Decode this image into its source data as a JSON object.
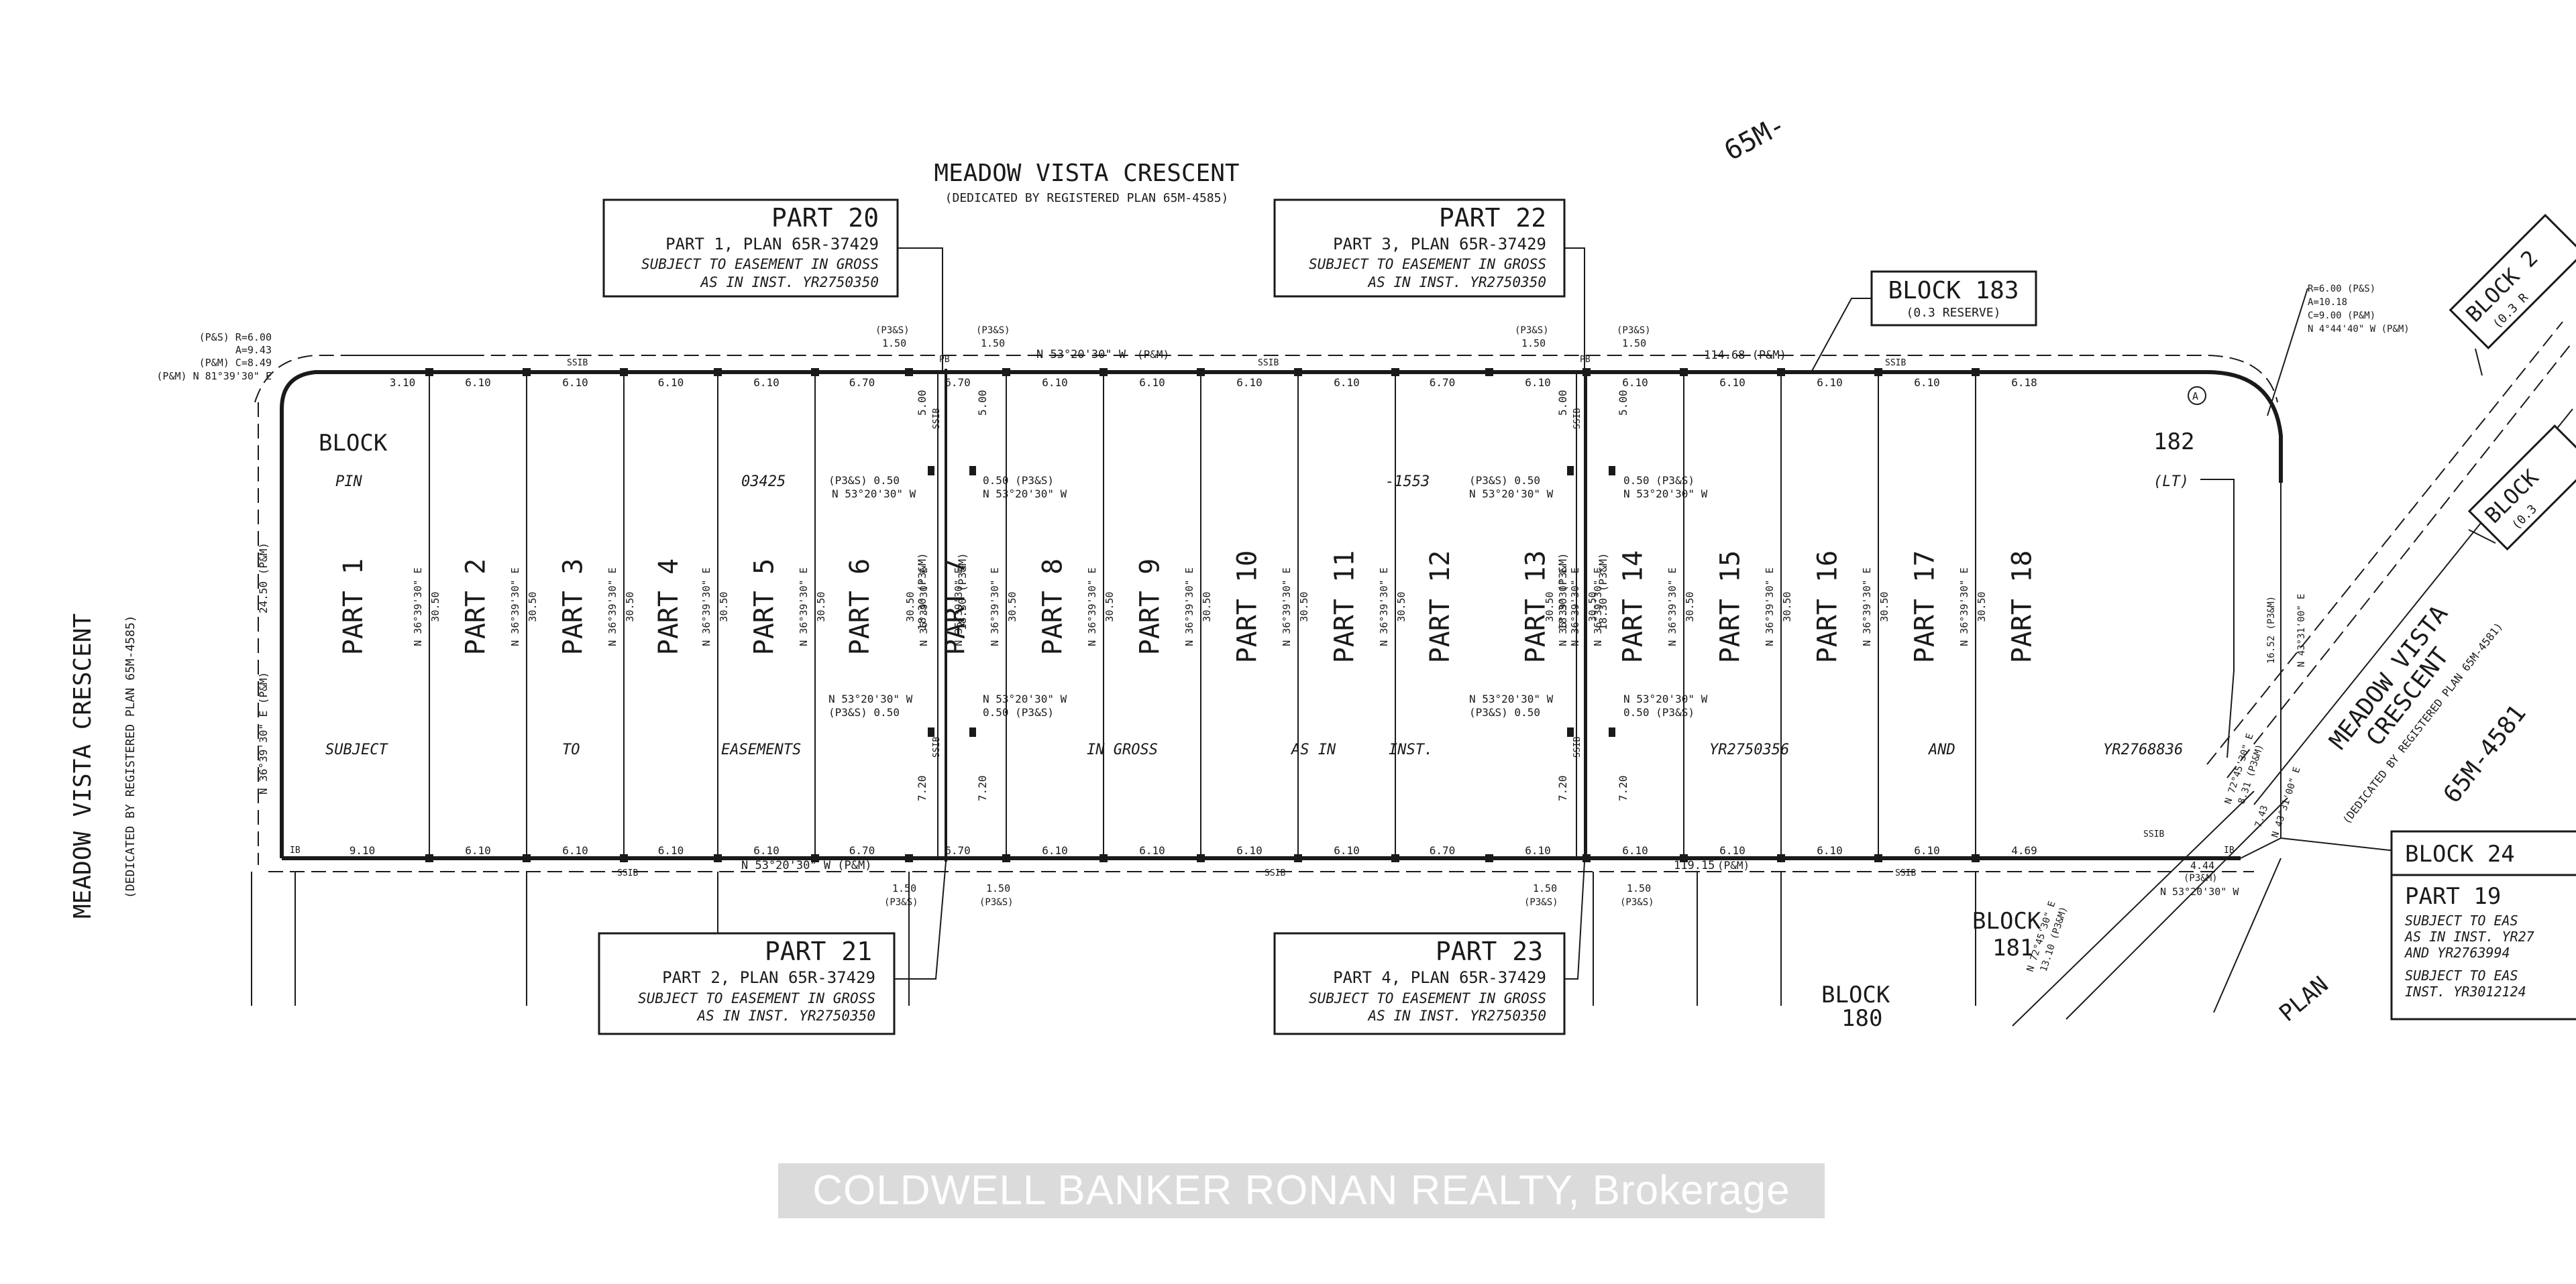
{
  "streets": {
    "top_name": "MEADOW VISTA CRESCENT",
    "top_dedication": "(DEDICATED BY REGISTERED PLAN 65M-4585)",
    "left_name": "MEADOW VISTA CRESCENT",
    "left_dedication": "(DEDICATED BY REGISTERED PLAN 65M-4585)",
    "right_name_1": "MEADOW VISTA",
    "right_name_2": "CRESCENT",
    "right_dedication": "(DEDICATED BY REGISTERED PLAN 65M-4581)",
    "plan_top": "65M-",
    "plan_right": "65M-4581",
    "plan_bottom": "PLAN"
  },
  "callouts": {
    "part20": {
      "title": "PART 20",
      "l1": "PART 1, PLAN 65R-37429",
      "l2": "SUBJECT TO EASEMENT IN GROSS",
      "l3": "AS IN INST. YR2750350"
    },
    "part22": {
      "title": "PART 22",
      "l1": "PART 3, PLAN 65R-37429",
      "l2": "SUBJECT TO EASEMENT IN GROSS",
      "l3": "AS IN INST. YR2750350"
    },
    "part21": {
      "title": "PART 21",
      "l1": "PART 2, PLAN 65R-37429",
      "l2": "SUBJECT TO EASEMENT IN GROSS",
      "l3": "AS IN INST. YR2750350"
    },
    "part23": {
      "title": "PART 23",
      "l1": "PART 4, PLAN 65R-37429",
      "l2": "SUBJECT TO EASEMENT IN GROSS",
      "l3": "AS IN INST. YR2750350"
    },
    "block183": {
      "title": "BLOCK 183",
      "sub": "(0.3 RESERVE)"
    },
    "part19": {
      "block": "BLOCK 24",
      "title": "PART 19",
      "l1": "SUBJECT TO EAS",
      "l2": "AS IN INST. YR27",
      "l3": "AND YR2763994",
      "l4": "SUBJECT TO EAS",
      "l5": "INST. YR3012124"
    }
  },
  "parts": [
    "PART 1",
    "PART 2",
    "PART 3",
    "PART 4",
    "PART 5",
    "PART 6",
    "PART 7",
    "PART 8",
    "PART 9",
    "PART 10",
    "PART 11",
    "PART 12",
    "PART 13",
    "PART 14",
    "PART 15",
    "PART 16",
    "PART 17",
    "PART 18"
  ],
  "lot_bearing": "N 36°39'30\" E",
  "lot_depth": "30.50",
  "frontages_top": [
    "3.10",
    "6.10",
    "6.10",
    "6.10",
    "6.10",
    "6.70",
    "6.70",
    "6.10",
    "6.10",
    "6.10",
    "6.10",
    "6.70",
    "6.10",
    "6.10",
    "6.10",
    "6.10",
    "6.10",
    "6.18"
  ],
  "frontages_bottom": [
    "9.10",
    "6.10",
    "6.10",
    "6.10",
    "6.10",
    "6.70",
    "6.70",
    "6.10",
    "6.10",
    "6.10",
    "6.10",
    "6.70",
    "6.10",
    "6.10",
    "6.10",
    "6.10",
    "6.10",
    "4.69"
  ],
  "overlay_words": [
    "BLOCK",
    "PIN",
    "03425",
    "-1553",
    "182",
    "(LT)",
    "SUBJECT",
    "TO",
    "EASEMENTS",
    "IN GROSS",
    "AS IN",
    "INST.",
    "YR2750356",
    "AND",
    "YR2768836"
  ],
  "bearings": {
    "top_line": "N 53°20'30\" W",
    "pm": "(P&M)",
    "bottom_line": "N 53°20'30\" W (P&M)",
    "bottom_right": "N 53°20'30\" W",
    "top_overall": "114.68 (P&M)",
    "bottom_overall": "119.15",
    "left_side": "N 36°39'30\" E (P&M)",
    "left_dist": "24.50 (P&M)",
    "ease_offset": "N 53°20'30\" W",
    "ease_val": "0.50 (P3&S)",
    "ease_val2": "(P3&S) 0.50",
    "ease_depth_top": "5.00",
    "ease_depth_bot": "7.20",
    "ease_mid": "18.30 (P3&M)",
    "p3s": "(P3&S)",
    "p3s_val": "1.50",
    "right_b1": "N 72°45'30\" E",
    "right_b1v": "8.31 (P3&M)",
    "right_b2": "N 43°31'00\" E",
    "right_b2v": "7.43",
    "right_b3": "16.52 (P3&M)",
    "right_b4": "N 43°31'00\" E",
    "lower_b": "N 72°45'30\" E",
    "lower_bv": "13.10 (P3&M)",
    "bl_val": "4.44",
    "bl_pm": "(P3&M)"
  },
  "curves": {
    "left": {
      "l1": "(P&S) R=6.00",
      "l2": "A=9.43",
      "l3": "(P&M) C=8.49",
      "l4": "(P&M) N 81°39'30\" E"
    },
    "right": {
      "l1": "R=6.00 (P&S)",
      "l2": "A=10.18",
      "l3": "C=9.00 (P&M)",
      "l4": "N 4°44'40\" W (P&M)"
    }
  },
  "blocks": {
    "b181_1": "BLOCK",
    "b181_2": "181",
    "b180_1": "BLOCK",
    "b180_2": "180",
    "b2x": "BLOCK 2",
    "b2x_sub": "(0.3 R",
    "b3x": "BLOCK",
    "b3x_sub": "(0.3"
  },
  "markers": {
    "ssib": "SSIB",
    "pb": "PB",
    "ib": "IB",
    "a": "A"
  },
  "watermark": "COLDWELL BANKER RONAN REALTY, Brokerage"
}
